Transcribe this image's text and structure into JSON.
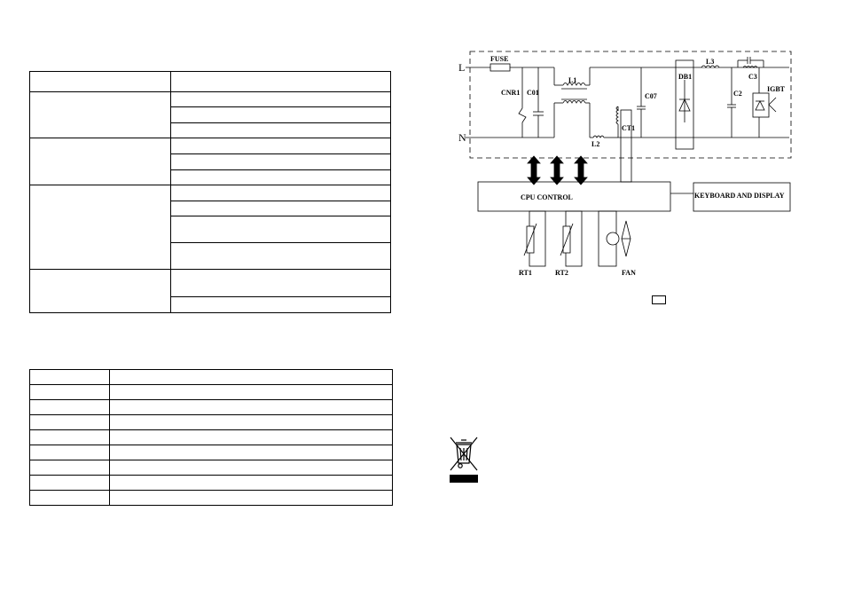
{
  "diagram": {
    "nodes": {
      "line_terminal": "L",
      "neutral_terminal": "N",
      "fuse": "FUSE",
      "varistor": "CNR1",
      "capacitor_c01": "C01",
      "inductor_l1": "L1",
      "inductor_l2": "L2",
      "current_transformer": "CT1",
      "capacitor_c07": "C07",
      "bridge_rectifier": "DB1",
      "inductor_l3": "L3",
      "capacitor_c2": "C2",
      "capacitor_c3": "C3",
      "igbt": "IGBT",
      "cpu_control": "CPU CONTROL",
      "keyboard_display": "KEYBOARD AND DISPLAY",
      "thermistor_rt1": "RT1",
      "thermistor_rt2": "RT2",
      "fan": "FAN"
    }
  },
  "colors": {
    "ink": "#000000",
    "paper": "#ffffff"
  },
  "icons": {
    "recycling_symbol": "crossed-out-wheelie-bin-icon"
  }
}
